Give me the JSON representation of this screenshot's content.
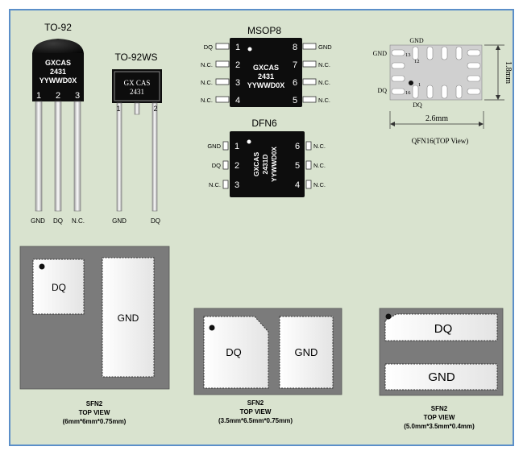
{
  "to92": {
    "title": "TO-92",
    "marking": [
      "GXCAS",
      "2431",
      "YYWWD0X"
    ],
    "pin_numbers": [
      "1",
      "2",
      "3"
    ],
    "pin_labels": [
      "GND",
      "DQ",
      "N.C."
    ]
  },
  "to92ws": {
    "title": "TO-92WS",
    "marking": [
      "GX CAS",
      "2431"
    ],
    "pin_numbers": [
      "1",
      "2"
    ],
    "pin_labels": [
      "GND",
      "DQ"
    ]
  },
  "msop8": {
    "title": "MSOP8",
    "marking": [
      "GXCAS",
      "2431",
      "YYWWD0X"
    ],
    "left_pins": [
      {
        "label": "DQ",
        "num": "1"
      },
      {
        "label": "N.C.",
        "num": "2"
      },
      {
        "label": "N.C.",
        "num": "3"
      },
      {
        "label": "N.C.",
        "num": "4"
      }
    ],
    "right_pins": [
      {
        "label": "GND",
        "num": "8"
      },
      {
        "label": "N.C.",
        "num": "7"
      },
      {
        "label": "N.C.",
        "num": "6"
      },
      {
        "label": "N.C.",
        "num": "5"
      }
    ]
  },
  "dfn6": {
    "title": "DFN6",
    "marking": [
      "GXCAS",
      "2431D",
      "YYWWD0X"
    ],
    "left_pins": [
      {
        "label": "GND",
        "num": "1"
      },
      {
        "label": "DQ",
        "num": "2"
      },
      {
        "label": "N.C.",
        "num": "3"
      }
    ],
    "right_pins": [
      {
        "label": "N.C.",
        "num": "6"
      },
      {
        "label": "N.C.",
        "num": "5"
      },
      {
        "label": "N.C.",
        "num": "4"
      }
    ]
  },
  "qfn16": {
    "labels": {
      "gnd_top": "GND",
      "gnd_left": "GND",
      "dq_left": "DQ",
      "dq_bottom": "DQ"
    },
    "pin_numbers": {
      "p13": "13",
      "p12": "12",
      "p1": "1",
      "p16": "16"
    },
    "dim_height": "1.8mm",
    "dim_width": "2.6mm",
    "caption": "QFN16(TOP View)"
  },
  "sfn_a": {
    "pads": [
      "DQ",
      "GND"
    ],
    "caption": [
      "SFN2",
      "TOP VIEW",
      "(6mm*6mm*0.75mm)"
    ]
  },
  "sfn_b": {
    "pads": [
      "DQ",
      "GND"
    ],
    "caption": [
      "SFN2",
      "TOP VIEW",
      "(3.5mm*6.5mm*0.75mm)"
    ]
  },
  "sfn_c": {
    "pads": [
      "DQ",
      "GND"
    ],
    "caption": [
      "SFN2",
      "TOP VIEW",
      "(5.0mm*3.5mm*0.4mm)"
    ]
  },
  "colors": {
    "panel_bg": "#d9e3cf",
    "panel_border": "#5b8fc9",
    "chip_black": "#0d0d0d",
    "package_gray": "#7b7b7b",
    "pad_white": "#f2f2f2"
  }
}
